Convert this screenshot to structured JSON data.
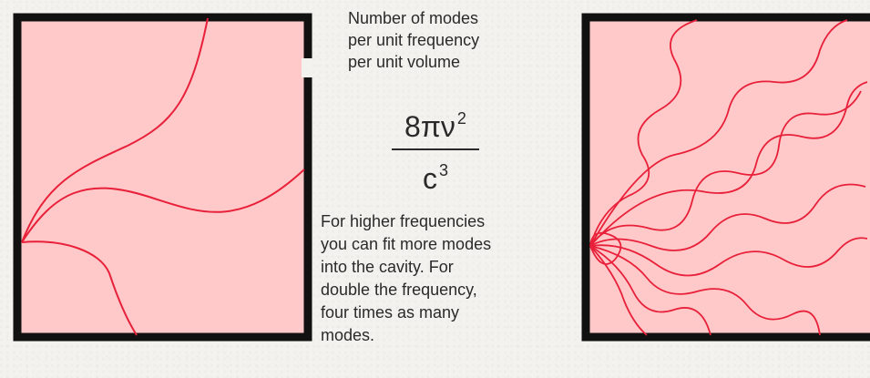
{
  "caption": {
    "line1": "Number of modes",
    "line2": "per unit frequency",
    "line3": "per unit volume"
  },
  "formula": {
    "numerator": "8πν",
    "numerator_exponent": "2",
    "denominator": "c",
    "denominator_exponent": "3"
  },
  "explanation": {
    "line1": "For higher frequencies",
    "line2": "you can fit more modes",
    "line3": "into the cavity. For",
    "line4": "double the frequency,",
    "line5": "four times as  many",
    "line6": "modes."
  },
  "colors": {
    "cavity_fill": "#ffc9c9",
    "cavity_wall": "#111111",
    "wave": "#e8203a"
  }
}
